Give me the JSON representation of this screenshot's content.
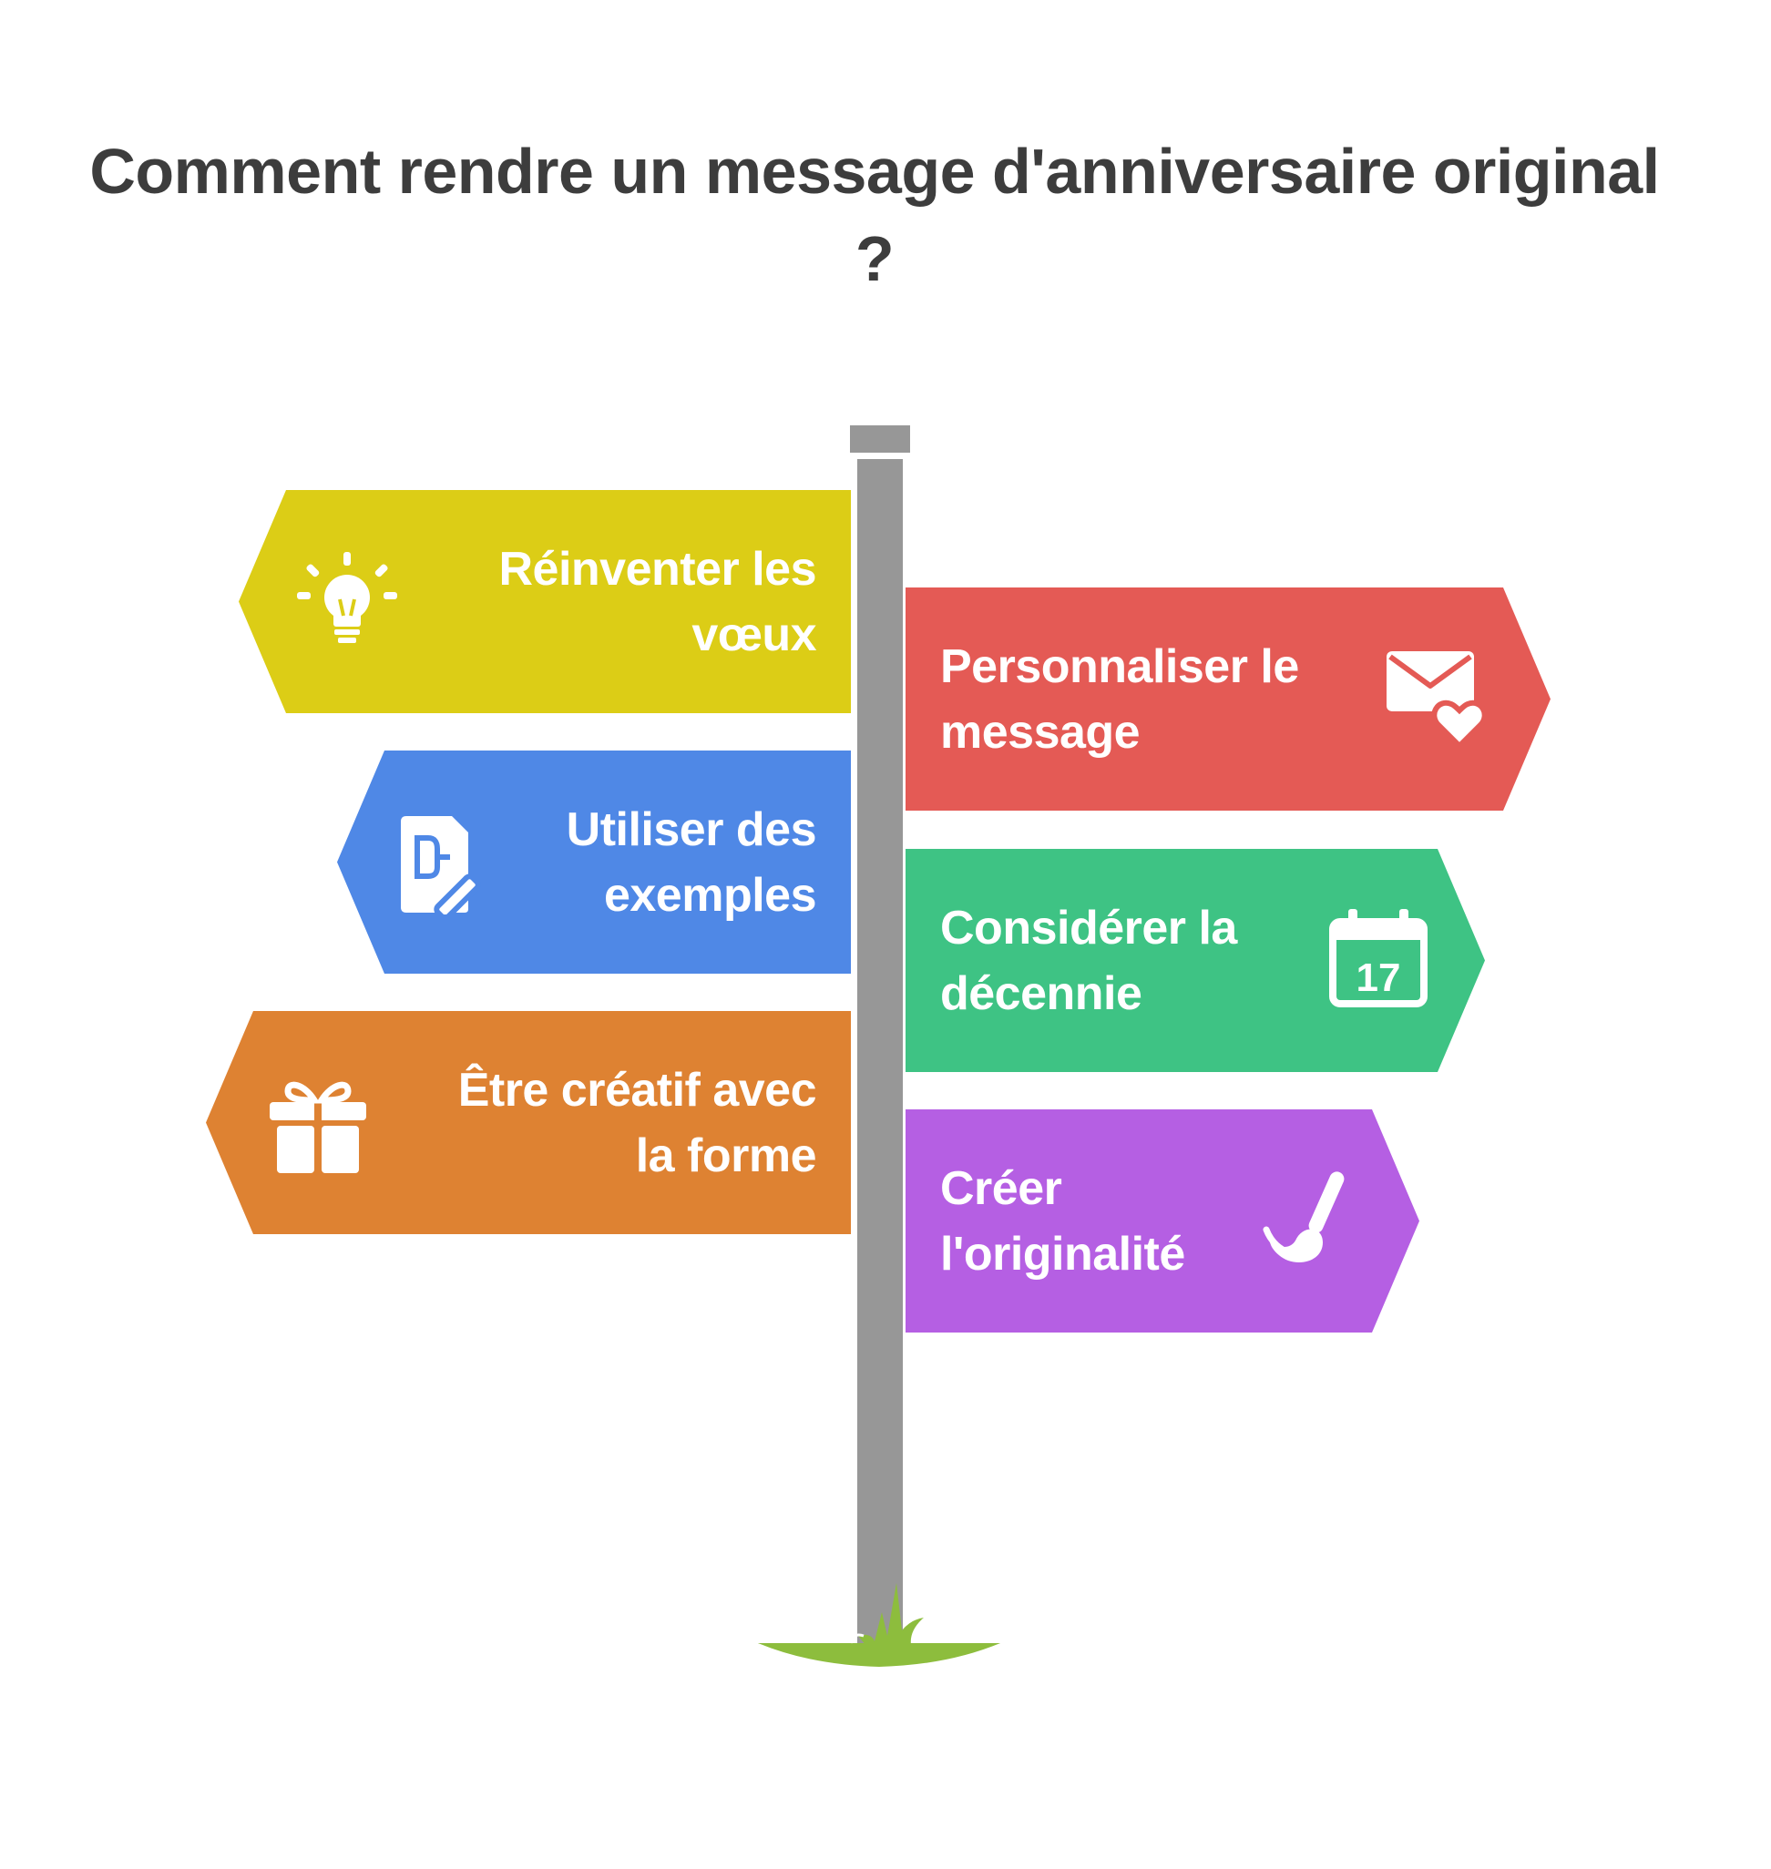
{
  "title_line1": "Comment rendre un message d'anniversaire original",
  "title_line2": "?",
  "signs": [
    {
      "line1": "Réinventer les",
      "line2": "vœux",
      "color": "#dccd16",
      "icon": "lightbulb-icon",
      "side": "left"
    },
    {
      "line1": "Personnaliser le",
      "line2": "message",
      "color": "#e45a55",
      "icon": "envelope-heart-icon",
      "side": "right"
    },
    {
      "line1": "Utiliser des",
      "line2": "exemples",
      "color": "#4f88e6",
      "icon": "document-edit-icon",
      "side": "left"
    },
    {
      "line1": "Considérer la",
      "line2": "décennie",
      "color": "#3ec384",
      "icon": "calendar-icon",
      "side": "right"
    },
    {
      "line1": "Être créatif avec",
      "line2": "la forme",
      "color": "#de8232",
      "icon": "gift-icon",
      "side": "left"
    },
    {
      "line1": "Créer",
      "line2": "l'originalité",
      "color": "#b55fe3",
      "icon": "paintbrush-icon",
      "side": "right"
    }
  ],
  "calendar_day": "17",
  "colors": {
    "title": "#3d3d3d",
    "pole": "#979797",
    "grass": "#8dbd3d"
  }
}
